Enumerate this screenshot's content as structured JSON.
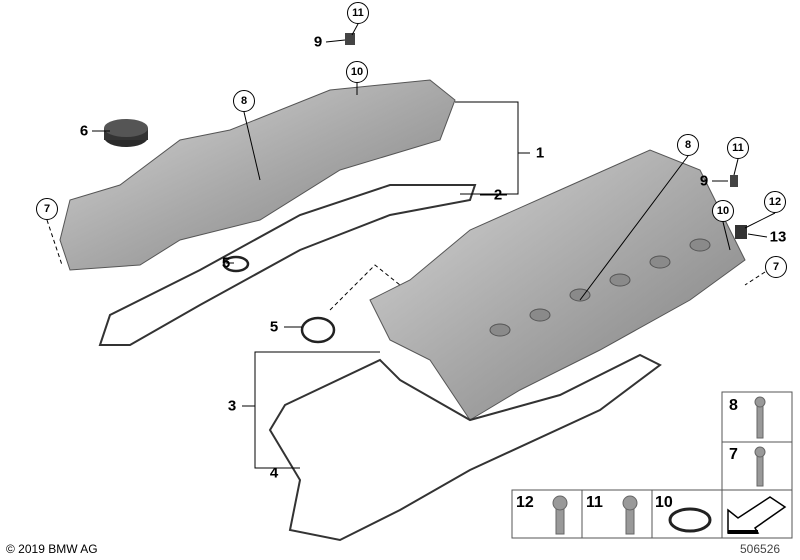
{
  "labels": {
    "l1": "1",
    "l2": "2",
    "l3": "3",
    "l4": "4",
    "l5a": "5",
    "l5b": "5",
    "l6": "6",
    "l9a": "9",
    "l9b": "9",
    "l13": "13",
    "c11a": "11",
    "c10a": "10",
    "c8a": "8",
    "c7a": "7",
    "c8b": "8",
    "c11b": "11",
    "c12": "12",
    "c10b": "10",
    "c7b": "7"
  },
  "parts_table": {
    "right_column": [
      "8",
      "7"
    ],
    "bottom_row": [
      "12",
      "11",
      "10"
    ]
  },
  "footer": {
    "copyright": "© 2019 BMW AG",
    "image_number": "506526"
  }
}
